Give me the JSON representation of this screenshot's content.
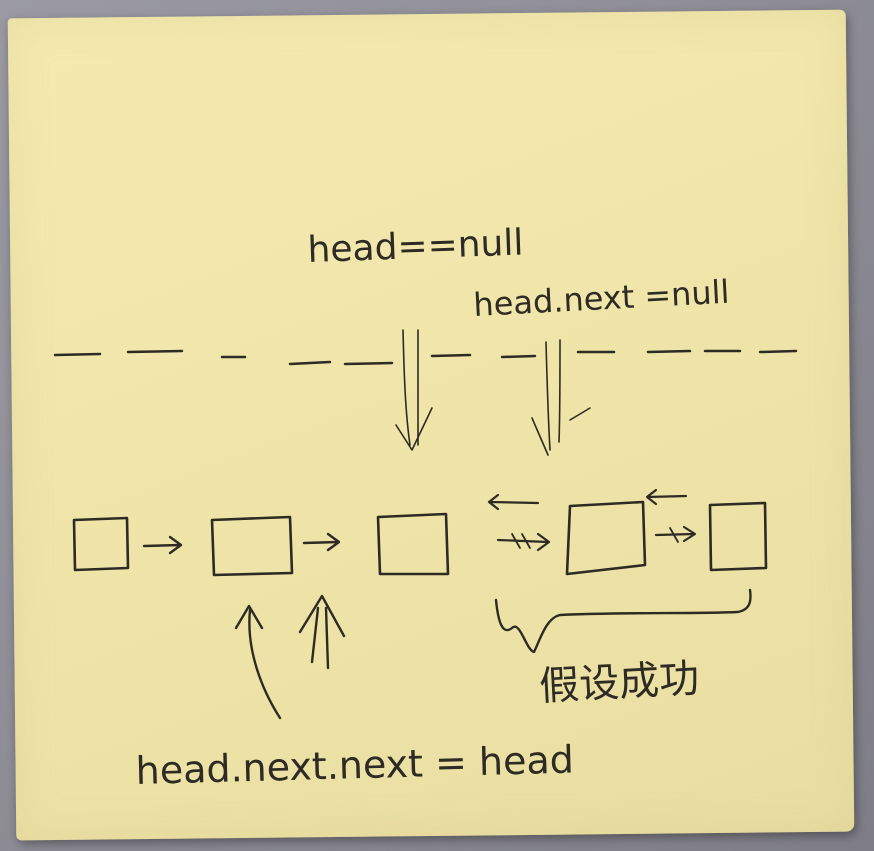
{
  "note": {
    "label_head_null": "head==null",
    "label_head_next_null": "head.next =null",
    "label_assume": "假设成功",
    "label_bottom": "head.next.next = head"
  },
  "colors": {
    "paper": "#f1e6ab",
    "ink": "#2e2a24",
    "background": "#8e8d96"
  }
}
